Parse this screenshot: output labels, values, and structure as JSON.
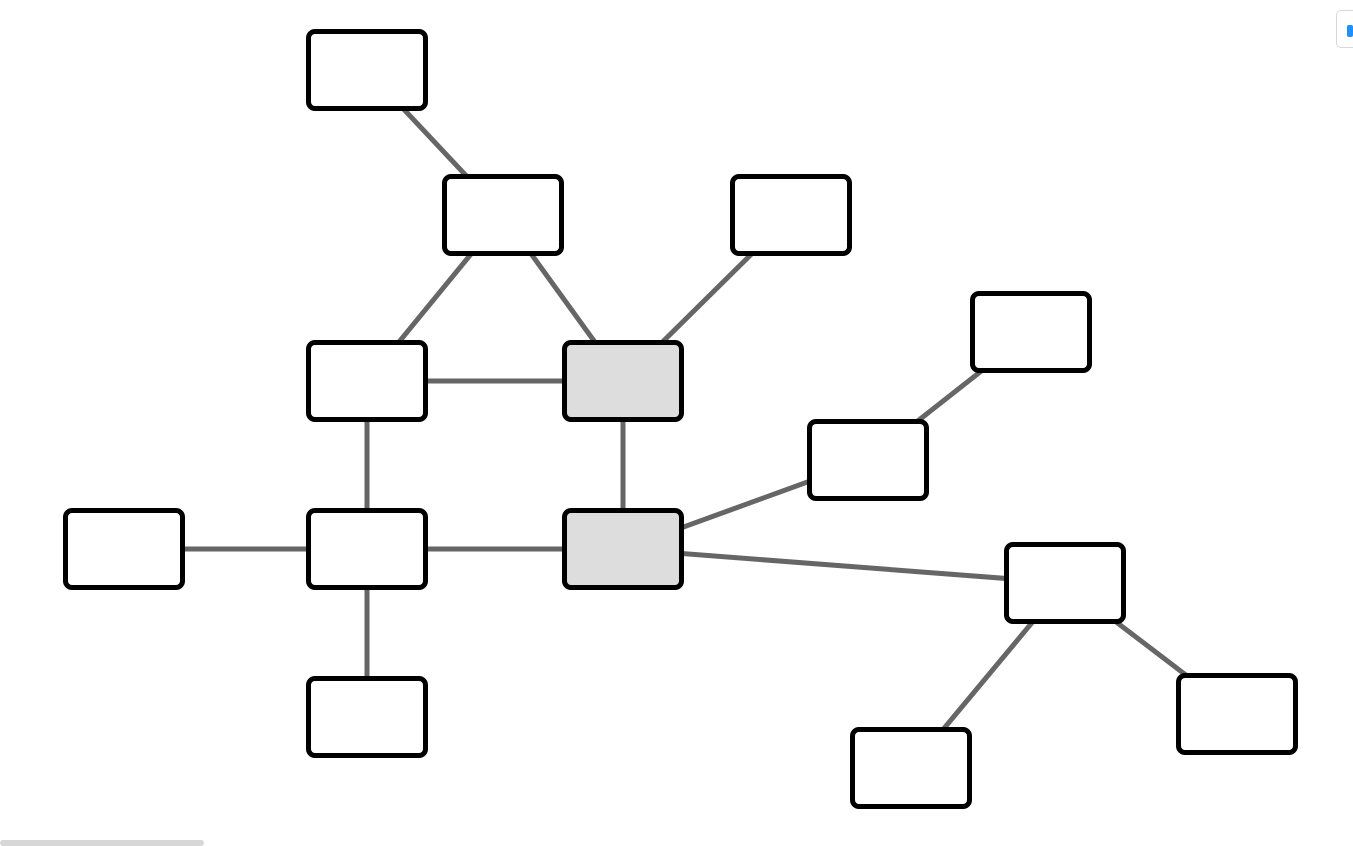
{
  "diagram": {
    "edge_color": "#666666",
    "node_border_color": "#000000",
    "node_fill": "#ffffff",
    "selected_fill": "#dddddd",
    "nodes": [
      {
        "id": "n1",
        "label": "",
        "selected": false
      },
      {
        "id": "n2",
        "label": "",
        "selected": false
      },
      {
        "id": "n3",
        "label": "",
        "selected": false
      },
      {
        "id": "n4",
        "label": "",
        "selected": false
      },
      {
        "id": "n5",
        "label": "",
        "selected": true
      },
      {
        "id": "n6",
        "label": "",
        "selected": false
      },
      {
        "id": "n7",
        "label": "",
        "selected": false
      },
      {
        "id": "n8",
        "label": "",
        "selected": false
      },
      {
        "id": "n9",
        "label": "",
        "selected": false
      },
      {
        "id": "n10",
        "label": "",
        "selected": true
      },
      {
        "id": "n11",
        "label": "",
        "selected": false
      },
      {
        "id": "n12",
        "label": "",
        "selected": false
      },
      {
        "id": "n13",
        "label": "",
        "selected": false
      },
      {
        "id": "n14",
        "label": "",
        "selected": false
      },
      {
        "id": "n15",
        "label": "",
        "selected": false
      }
    ],
    "edges": [
      [
        "n1",
        "n2"
      ],
      [
        "n2",
        "n4"
      ],
      [
        "n2",
        "n5"
      ],
      [
        "n3",
        "n5"
      ],
      [
        "n4",
        "n5"
      ],
      [
        "n4",
        "n9"
      ],
      [
        "n5",
        "n10"
      ],
      [
        "n6",
        "n7"
      ],
      [
        "n7",
        "n10"
      ],
      [
        "n8",
        "n9"
      ],
      [
        "n9",
        "n10"
      ],
      [
        "n9",
        "n11"
      ],
      [
        "n10",
        "n12"
      ],
      [
        "n12",
        "n13"
      ],
      [
        "n12",
        "n14"
      ]
    ]
  },
  "toolbar": {
    "accent": "#1e90ff",
    "icon": "tool-icon"
  }
}
